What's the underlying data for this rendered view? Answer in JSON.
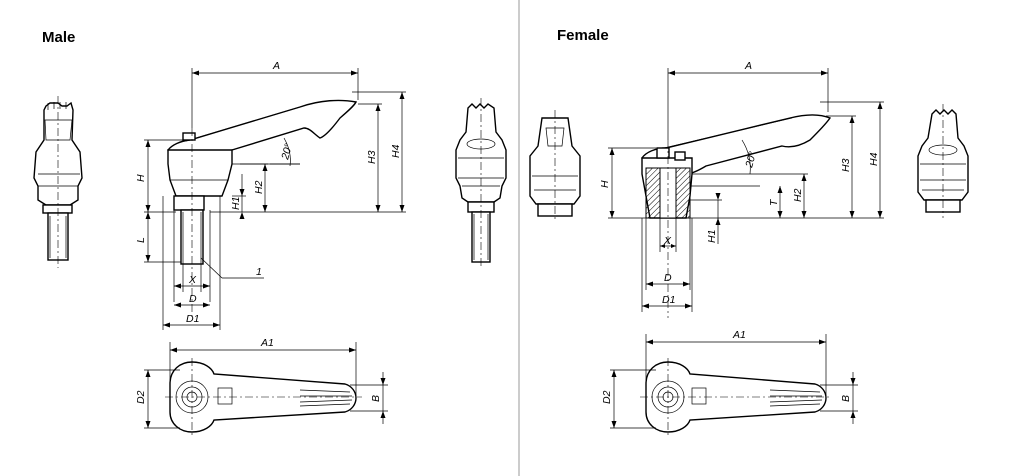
{
  "panels": {
    "male": {
      "title": "Male"
    },
    "female": {
      "title": "Female"
    }
  },
  "labels": {
    "A": "A",
    "A1": "A1",
    "H": "H",
    "H1": "H1",
    "H2": "H2",
    "H3": "H3",
    "H4": "H4",
    "L": "L",
    "X": "X",
    "D": "D",
    "D1": "D1",
    "D2": "D2",
    "B": "B",
    "T": "T",
    "angle": "20°",
    "callout": "1"
  },
  "colors": {
    "line": "#000000",
    "background": "#ffffff",
    "divider": "#999999"
  }
}
